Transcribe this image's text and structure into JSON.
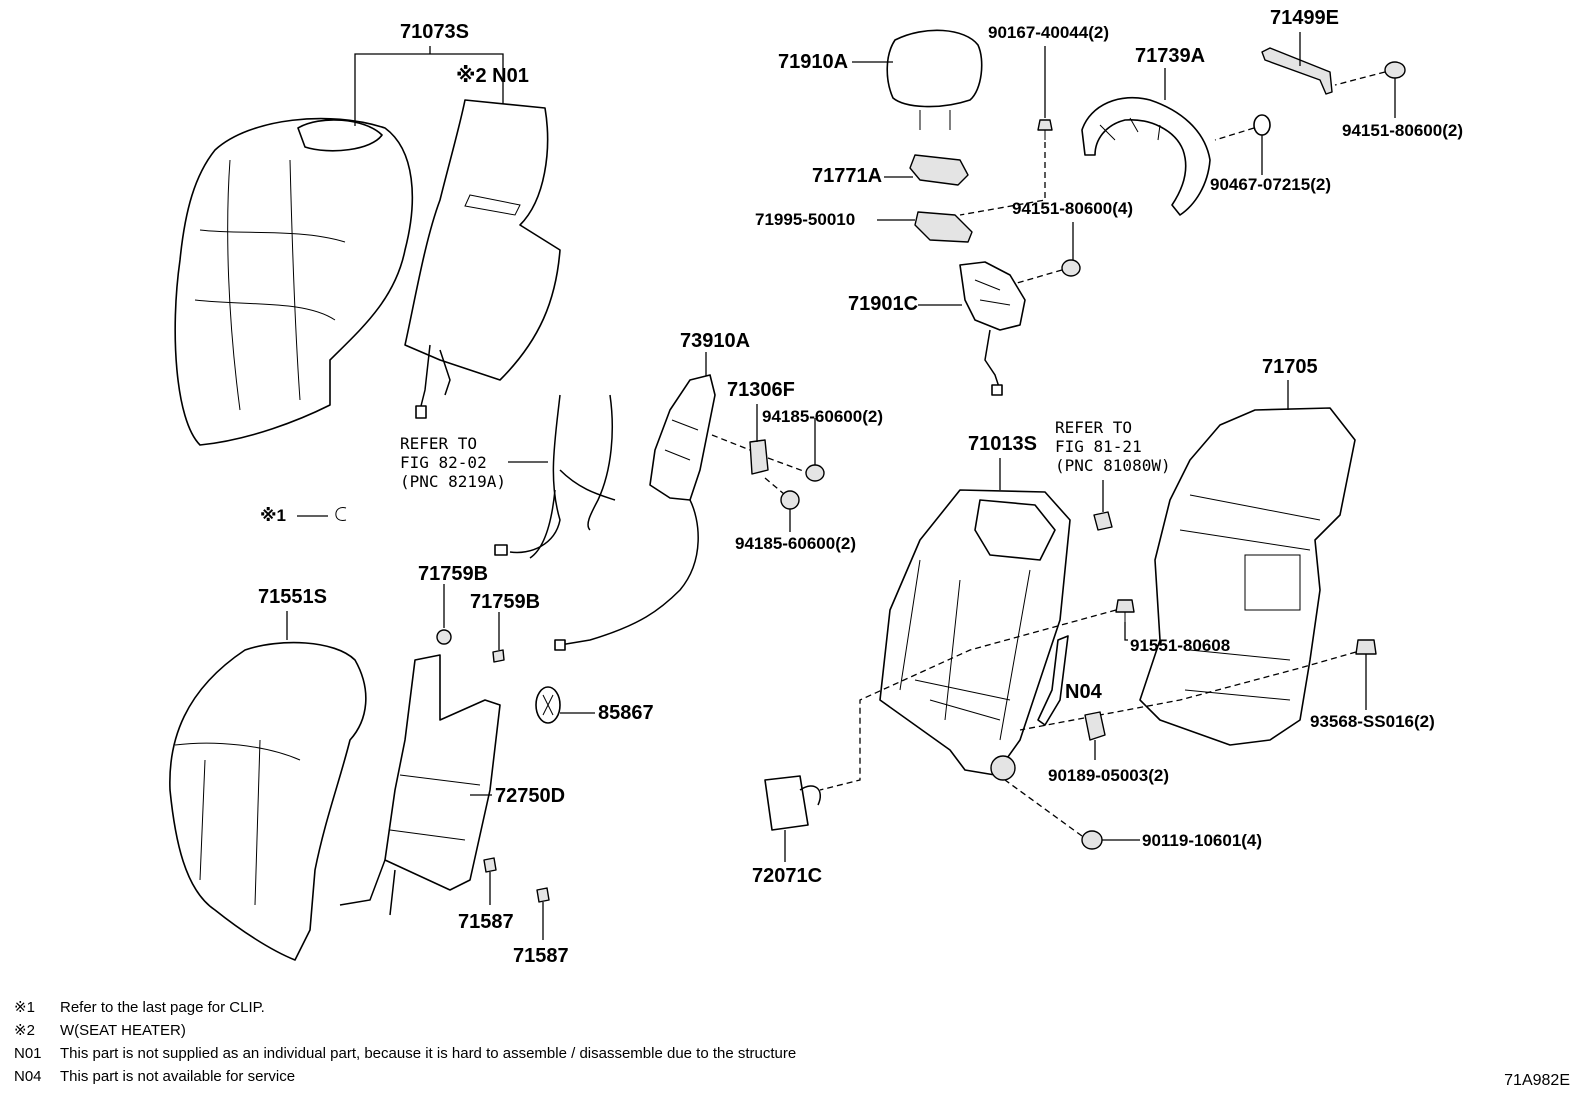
{
  "figure_code": "71A982E",
  "labels": {
    "p71073S": "71073S",
    "n01": "※2 N01",
    "p71910A": "71910A",
    "p90167": "90167-40044(2)",
    "p71499E": "71499E",
    "p71739A": "71739A",
    "p94151a": "94151-80600(2)",
    "p71771A": "71771A",
    "p90467": "90467-07215(2)",
    "p71995": "71995-50010",
    "p94151b": "94151-80600(4)",
    "p71901C": "71901C",
    "p73910A": "73910A",
    "p71306F": "71306F",
    "p94185a": "94185-60600(2)",
    "p94185b": "94185-60600(2)",
    "p71705": "71705",
    "p71013S": "71013S",
    "clip": "※1",
    "p71551S": "71551S",
    "p71759Ba": "71759B",
    "p71759Bb": "71759B",
    "p85867": "85867",
    "p72750D": "72750D",
    "p71587a": "71587",
    "p71587b": "71587",
    "p91551": "91551-80608",
    "n04": "N04",
    "p93568": "93568-SS016(2)",
    "p90189": "90189-05003(2)",
    "p72071C": "72071C",
    "p90119": "90119-10601(4)"
  },
  "references": {
    "fig8202": [
      "REFER TO",
      "FIG 82-02",
      "(PNC 8219A)"
    ],
    "fig8121": [
      "REFER TO",
      "FIG 81-21",
      "(PNC 81080W)"
    ]
  },
  "notes": [
    {
      "key": "※1",
      "text": "Refer to the last page for CLIP."
    },
    {
      "key": "※2",
      "text": "W(SEAT HEATER)"
    },
    {
      "key": "N01",
      "text": "This part is not supplied as an individual part, because it is hard to assemble / disassemble due to the structure"
    },
    {
      "key": "N04",
      "text": "This part is not available for service"
    }
  ]
}
